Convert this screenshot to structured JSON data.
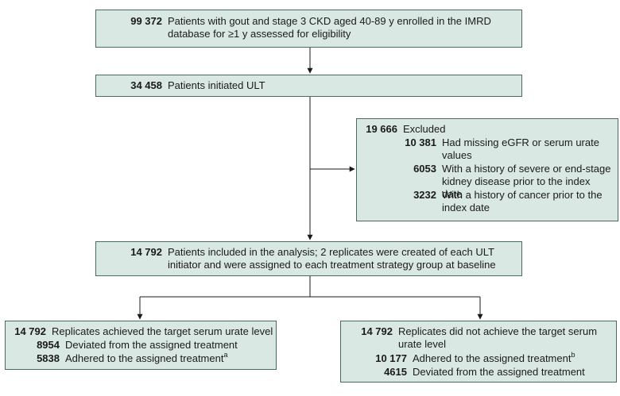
{
  "diagram": {
    "box1": {
      "count": "99 372",
      "text": "Patients with gout and stage 3 CKD aged 40-89 y enrolled in the IMRD database for ≥1 y assessed for eligibility"
    },
    "box2": {
      "count": "34 458",
      "text": "Patients initiated ULT"
    },
    "excluded": {
      "count": "19 666",
      "text": "Excluded",
      "items": [
        {
          "count": "10 381",
          "text": "Had missing eGFR or serum urate values"
        },
        {
          "count": "6053",
          "text": "With a history of severe or end-stage kidney disease prior to the index date"
        },
        {
          "count": "3232",
          "text": "With a history of cancer prior to the index date"
        }
      ]
    },
    "box3": {
      "count": "14 792",
      "text": "Patients included in the analysis; 2 replicates were created of each ULT initiator and were assigned to each treatment strategy group at baseline"
    },
    "left": {
      "count": "14 792",
      "text": "Replicates achieved the target serum urate level",
      "items": [
        {
          "count": "8954",
          "text": "Deviated from the assigned treatment",
          "sup": ""
        },
        {
          "count": "5838",
          "text": "Adhered to the assigned treatment",
          "sup": "a"
        }
      ]
    },
    "right": {
      "count": "14 792",
      "text": "Replicates did not achieve the target serum urate level",
      "items": [
        {
          "count": "10 177",
          "text": "Adhered to the assigned treatment",
          "sup": "b"
        },
        {
          "count": "4615",
          "text": "Deviated from the assigned treatment",
          "sup": ""
        }
      ]
    }
  }
}
